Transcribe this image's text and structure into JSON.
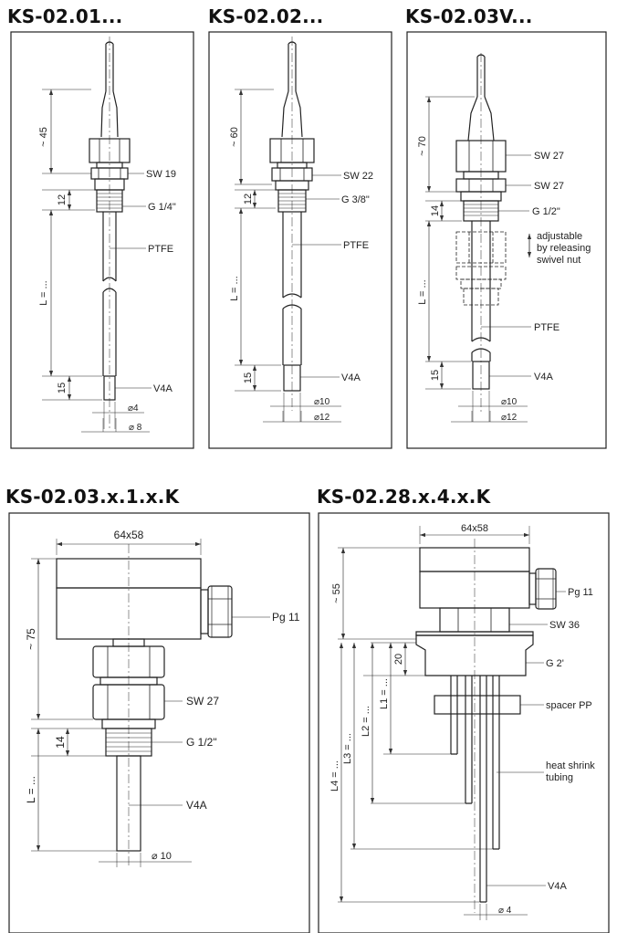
{
  "titles": {
    "t1": "KS-02.01...",
    "t2": "KS-02.02...",
    "t3": "KS-02.03V...",
    "t4": "KS-02.03.x.1.x.K",
    "t5": "KS-02.28.x.4.x.K"
  },
  "p1": {
    "dim_top": "~ 45",
    "dim_12": "12",
    "dim_L": "L = ...",
    "dim_15": "15",
    "sw": "SW 19",
    "thread": "G  1/4\"",
    "material": "PTFE",
    "tip": "V4A",
    "dia_inner": "⌀4",
    "dia_outer": "⌀ 8"
  },
  "p2": {
    "dim_top": "~ 60",
    "dim_12": "12",
    "dim_L": "L = ...",
    "dim_15": "15",
    "sw": "SW 22",
    "thread": "G  3/8\"",
    "material": "PTFE",
    "tip": "V4A",
    "dia_inner": "⌀10",
    "dia_outer": "⌀12"
  },
  "p3": {
    "dim_top": "~ 70",
    "dim_14": "14",
    "dim_L": "L = ...",
    "dim_15": "15",
    "sw_upper": "SW 27",
    "sw_lower": "SW 27",
    "thread": "G  1/2\"",
    "adj1": "adjustable",
    "adj2": "by releasing",
    "adj3": "swivel nut",
    "material": "PTFE",
    "tip": "V4A",
    "dia_inner": "⌀10",
    "dia_outer": "⌀12"
  },
  "p4": {
    "width": "64x58",
    "dim_top": "~ 75",
    "dim_14": "14",
    "dim_L": "L = ...",
    "gland": "Pg 11",
    "sw": "SW 27",
    "thread": "G 1/2\"",
    "tip": "V4A",
    "dia": "⌀ 10"
  },
  "p5": {
    "width": "64x58",
    "dim_top": "~ 55",
    "dim_20": "20",
    "L1": "L1 = ...",
    "L2": "L2 = ...",
    "L3": "L3 = ...",
    "L4": "L4 = ...",
    "gland": "Pg 11",
    "sw": "SW 36",
    "thread": "G  2'",
    "spacer": "spacer PP",
    "heat1": "heat shrink",
    "heat2": "tubing",
    "tip": "V4A",
    "dia": "⌀ 4"
  }
}
